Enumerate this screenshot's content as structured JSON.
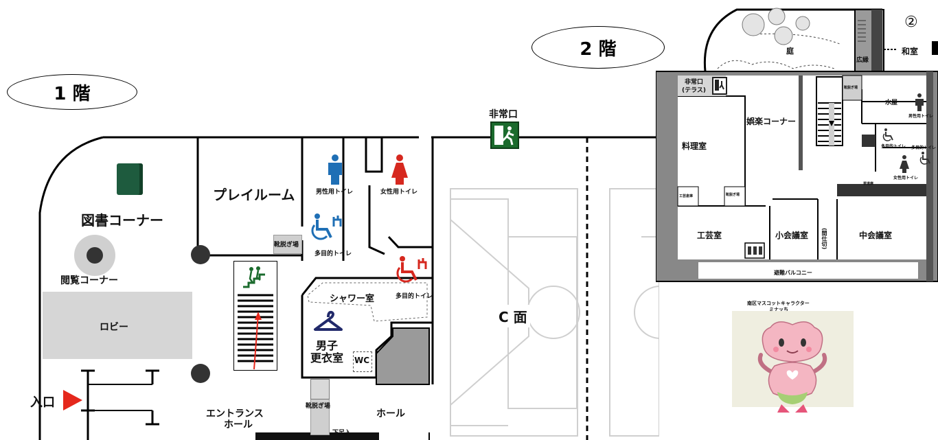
{
  "floor1": {
    "title": "1 階",
    "rooms": {
      "library": "図書コーナー",
      "reading": "閲覧コーナー",
      "lobby": "ロビー",
      "playroom": "プレイルーム",
      "shoes1": "靴脱ぎ場",
      "toilet_men": "男性用トイレ",
      "toilet_women": "女性用トイレ",
      "toilet_multi1": "多目的トイレ",
      "toilet_multi2": "多目的トイレ",
      "shower": "シャワー室",
      "locker_line1": "男子",
      "locker_line2": "更衣室",
      "wc": "WC",
      "court": "C 面",
      "entrance": "入口",
      "entrance_hall_line1": "エントランス",
      "entrance_hall_line2": "ホール",
      "shoes2": "靴脱ぎ場",
      "hall": "ホール",
      "downstairs": "下足入",
      "emergency_exit": "非常口"
    }
  },
  "floor2": {
    "title": "2 階",
    "marker": "②",
    "rooms": {
      "garden": "庭",
      "corridor": "広縁",
      "japanese_room": "和室",
      "exit_terrace_line1": "非常口",
      "exit_terrace_line2": "(テラス)",
      "cooking": "料理室",
      "recreation": "娯楽コーナー",
      "water": "水屋",
      "men_toilet": "男性用トイレ",
      "multi_toilet_a": "多目的トイレ",
      "multi_toilet_b": "多目的トイレ",
      "women_toilet": "女性用トイレ",
      "craft": "工芸室",
      "small_meeting": "小会議室",
      "partition": "(間仕切)",
      "medium_meeting": "中会議室",
      "balcony": "避難バルコニー",
      "shoes_a": "靴脱ぎ場",
      "shoes_b": "靴脱ぎ場",
      "craft_store": "工芸倉庫",
      "tea": "茶道庫"
    }
  },
  "mascot": {
    "line1": "南区マスコットキャラクター",
    "line2": "ミナッち"
  },
  "colors": {
    "exit_green": "#1b6b2d",
    "men_blue": "#1f6fb5",
    "women_red": "#d6281f",
    "entrance_arrow": "#e5281c",
    "lobby_gray": "#d6d6d6",
    "mascot_bg": "#efeee0",
    "mascot_pink": "#f4b6c2"
  },
  "icons": [
    "book-icon",
    "reading-table-icon",
    "stairs-person-icon",
    "men-icon",
    "women-icon",
    "wheelchair-icon",
    "hanger-icon",
    "exit-sign-icon",
    "elevator-icon",
    "arrow-icon"
  ]
}
